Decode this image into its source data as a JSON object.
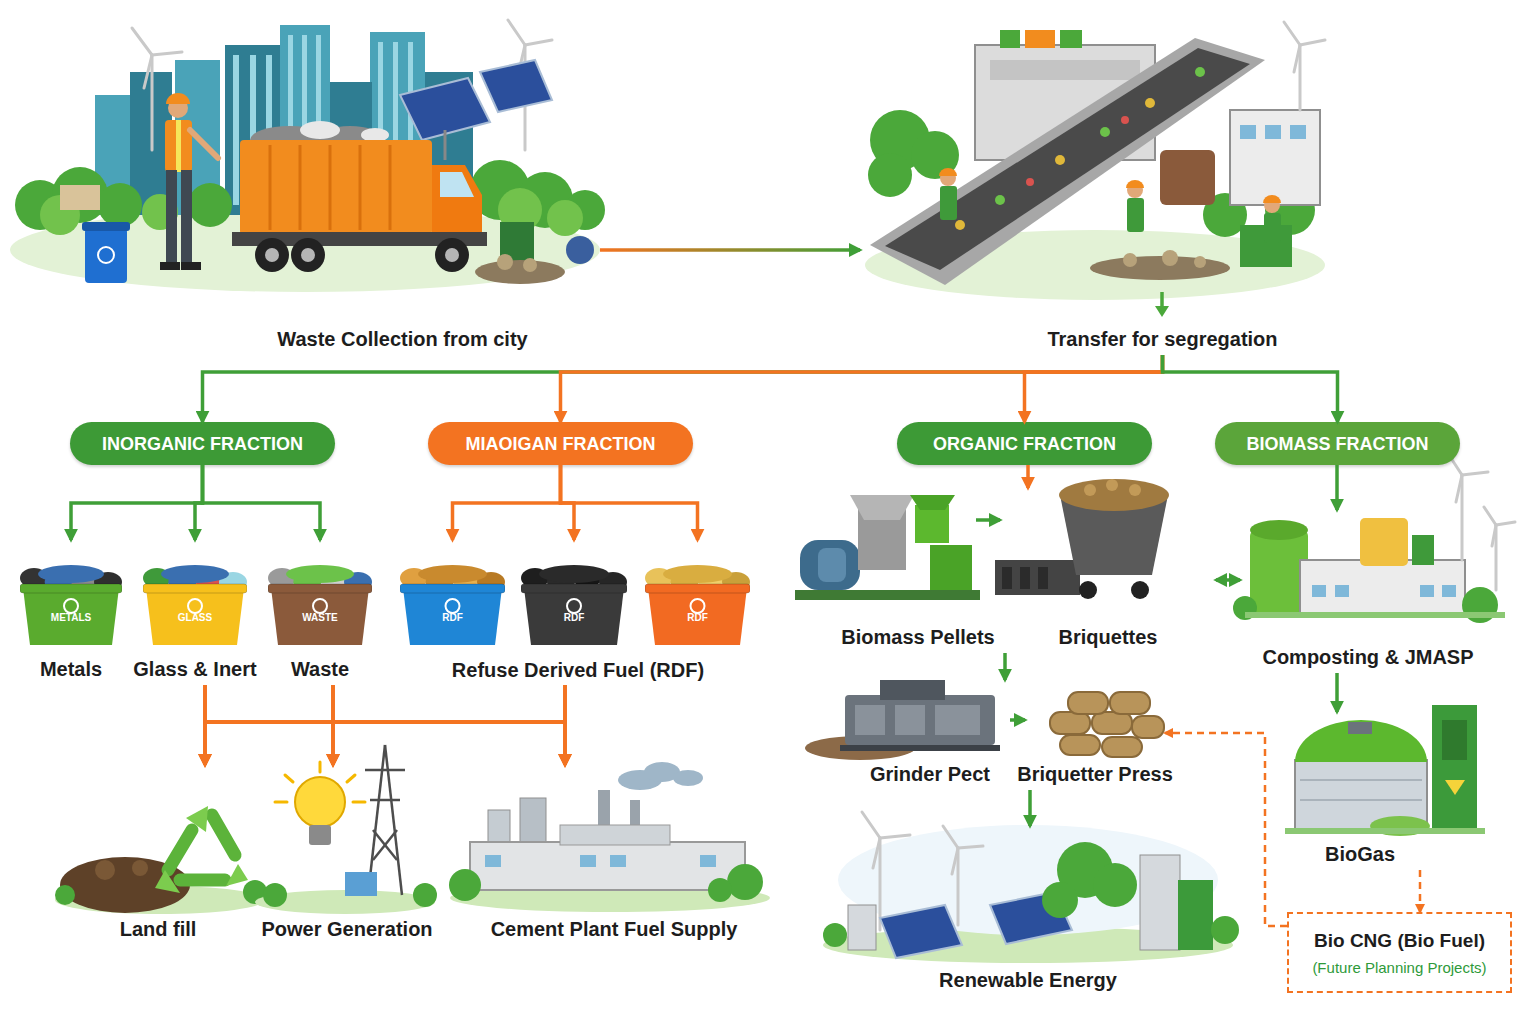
{
  "diagram": {
    "nodes": [
      {
        "text": [
          "Waste Collection from city"
        ]
      },
      {
        "text": [
          "Transfer for segregation"
        ]
      },
      {
        "text": [
          "INORGANIC FRACTION"
        ]
      },
      {
        "text": [
          "MIAOIGAN FRACTION"
        ]
      },
      {
        "text": [
          "ORGANIC FRACTION"
        ]
      },
      {
        "text": [
          "BIOMASS FRACTION"
        ]
      },
      {
        "text": [
          "METALS",
          "Metals"
        ]
      },
      {
        "text": [
          "GLASS",
          "Glass & Inert"
        ]
      },
      {
        "text": [
          "WASTE",
          "Waste"
        ]
      },
      {
        "text": [
          "RDF"
        ]
      },
      {
        "text": [
          "RDF"
        ]
      },
      {
        "text": [
          "RDF"
        ]
      },
      {
        "text": [
          "Biomass Pellets"
        ]
      },
      {
        "text": [
          "Briquettes"
        ]
      },
      {
        "text": [
          "Composting & JMASP"
        ]
      },
      {
        "text": [
          "Grinder Pect"
        ]
      },
      {
        "text": [
          "Briquetter Press"
        ]
      },
      {
        "text": [
          "BioGas"
        ]
      },
      {
        "text": [
          "Land fill"
        ]
      },
      {
        "text": [
          "Power Generation"
        ]
      },
      {
        "text": [
          "Cement Plant Fuel Supply"
        ]
      },
      {
        "text": [
          "Renewable Energy"
        ]
      },
      {
        "text": [
          "Bio CNG (Bio Fuel)",
          "(Future Planning Projects)"
        ]
      }
    ],
    "edges": [
      {
        "from": 0,
        "to": 1,
        "arrow": "to"
      },
      {
        "from": 1,
        "to": 2,
        "arrow": "to"
      },
      {
        "from": 1,
        "to": 3,
        "arrow": "to"
      },
      {
        "from": 1,
        "to": 4,
        "arrow": "to"
      },
      {
        "from": 1,
        "to": 5,
        "arrow": "to"
      },
      {
        "from": 2,
        "to": 6,
        "arrow": "to"
      },
      {
        "from": 2,
        "to": 7,
        "arrow": "to"
      },
      {
        "from": 2,
        "to": 8,
        "arrow": "to"
      },
      {
        "from": 3,
        "to": 9,
        "arrow": "to"
      },
      {
        "from": 3,
        "to": 10,
        "arrow": "to"
      },
      {
        "from": 3,
        "to": 11,
        "arrow": "to"
      },
      {
        "from": 4,
        "to": 13,
        "arrow": "to"
      },
      {
        "from": 12,
        "to": 13,
        "arrow": "to"
      },
      {
        "from": 13,
        "to": 14,
        "arrow": "both"
      },
      {
        "from": 5,
        "to": 14,
        "arrow": "to"
      },
      {
        "from": 14,
        "to": 17,
        "arrow": "to"
      },
      {
        "from": 13,
        "to": 15,
        "arrow": "to"
      },
      {
        "from": 15,
        "to": 16,
        "arrow": "to"
      },
      {
        "from": 16,
        "to": 21,
        "arrow": "to"
      },
      {
        "from": 17,
        "to": 22,
        "arrow": "to"
      },
      {
        "from": 22,
        "to": 16,
        "arrow": "to"
      },
      {
        "from": 7,
        "to": 18,
        "arrow": "to"
      },
      {
        "from": 7,
        "to": 19,
        "arrow": "to"
      },
      {
        "from": 7,
        "to": 20,
        "arrow": "to"
      },
      {
        "from": 8,
        "to": 18,
        "arrow": "to"
      },
      {
        "from": 8,
        "to": 19,
        "arrow": "to"
      },
      {
        "from": 8,
        "to": 20,
        "arrow": "to"
      },
      {
        "from": 10,
        "to": 18,
        "arrow": "to"
      },
      {
        "from": 10,
        "to": 19,
        "arrow": "to"
      },
      {
        "from": 10,
        "to": 20,
        "arrow": "to"
      }
    ],
    "labels": [
      "Refuse Derived Fuel (RDF)"
    ]
  }
}
